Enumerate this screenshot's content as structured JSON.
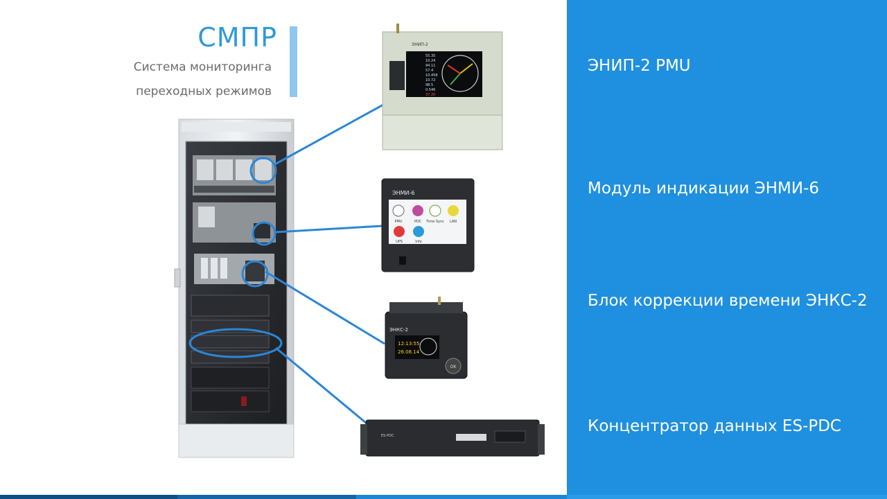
{
  "header": {
    "title": "СМПР",
    "subtitle_line1": "Система мониторинга",
    "subtitle_line2": "переходных режимов"
  },
  "devices": [
    {
      "label": "ЭНИП-2 PMU"
    },
    {
      "label": "Модуль индикации ЭНМИ-6"
    },
    {
      "label": "Блок коррекции времени ЭНКС-2"
    },
    {
      "label": "Концентратор данных ES-PDC"
    }
  ],
  "enip": {
    "name": "ЭНИП-2",
    "values": [
      "55.35",
      "10.24",
      "94.11",
      "57.4",
      "10.458",
      "10.72",
      "98.5",
      "0.546",
      "37.20"
    ]
  },
  "enmi": {
    "name": "ЭНМИ-6",
    "tiles": [
      "PMU",
      "PDC",
      "Time Sync",
      "LAN",
      "UPS",
      "Info"
    ]
  },
  "enks": {
    "name": "ЭНКС-2",
    "time": "12:13:55",
    "date": "26.08.14",
    "ok": "OK"
  },
  "pdc": {
    "name": "ES-PDC"
  },
  "colors": {
    "accent": "#1f8fe0",
    "title": "#2f9ad9",
    "connector": "#2b86d6"
  }
}
